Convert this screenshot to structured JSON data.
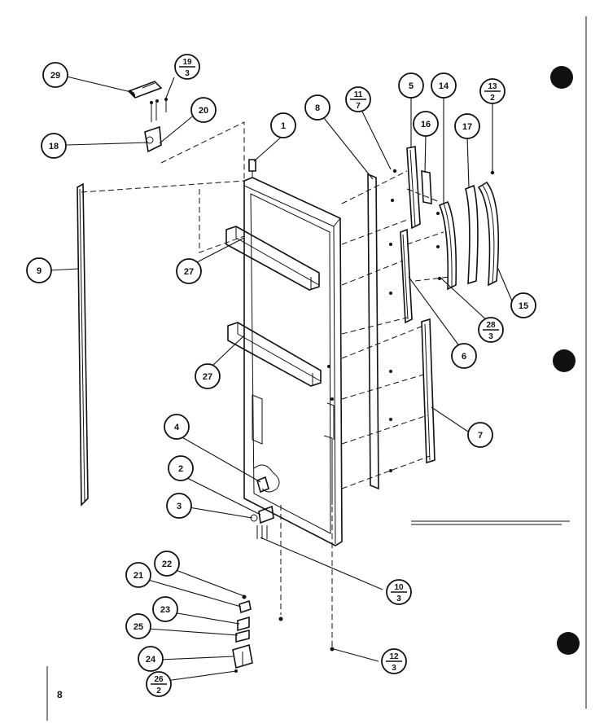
{
  "page_number": "8",
  "callouts": [
    {
      "id": "c29",
      "label": "29"
    },
    {
      "id": "c19",
      "num": "19",
      "den": "3"
    },
    {
      "id": "c20",
      "label": "20"
    },
    {
      "id": "c18",
      "label": "18"
    },
    {
      "id": "c1",
      "label": "1"
    },
    {
      "id": "c8",
      "label": "8"
    },
    {
      "id": "c11",
      "num": "11",
      "den": "7"
    },
    {
      "id": "c5",
      "label": "5"
    },
    {
      "id": "c14",
      "label": "14"
    },
    {
      "id": "c13",
      "num": "13",
      "den": "2"
    },
    {
      "id": "c16",
      "label": "16"
    },
    {
      "id": "c17",
      "label": "17"
    },
    {
      "id": "c9",
      "label": "9"
    },
    {
      "id": "c27a",
      "label": "27"
    },
    {
      "id": "c15",
      "label": "15"
    },
    {
      "id": "c28",
      "num": "28",
      "den": "3"
    },
    {
      "id": "c6",
      "label": "6"
    },
    {
      "id": "c27b",
      "label": "27"
    },
    {
      "id": "c7",
      "label": "7"
    },
    {
      "id": "c4",
      "label": "4"
    },
    {
      "id": "c2",
      "label": "2"
    },
    {
      "id": "c3",
      "label": "3"
    },
    {
      "id": "c10",
      "num": "10",
      "den": "3"
    },
    {
      "id": "c22",
      "label": "22"
    },
    {
      "id": "c21",
      "label": "21"
    },
    {
      "id": "c23",
      "label": "23"
    },
    {
      "id": "c25",
      "label": "25"
    },
    {
      "id": "c24",
      "label": "24"
    },
    {
      "id": "c26",
      "num": "26",
      "den": "2"
    },
    {
      "id": "c12",
      "num": "12",
      "den": "3"
    }
  ]
}
